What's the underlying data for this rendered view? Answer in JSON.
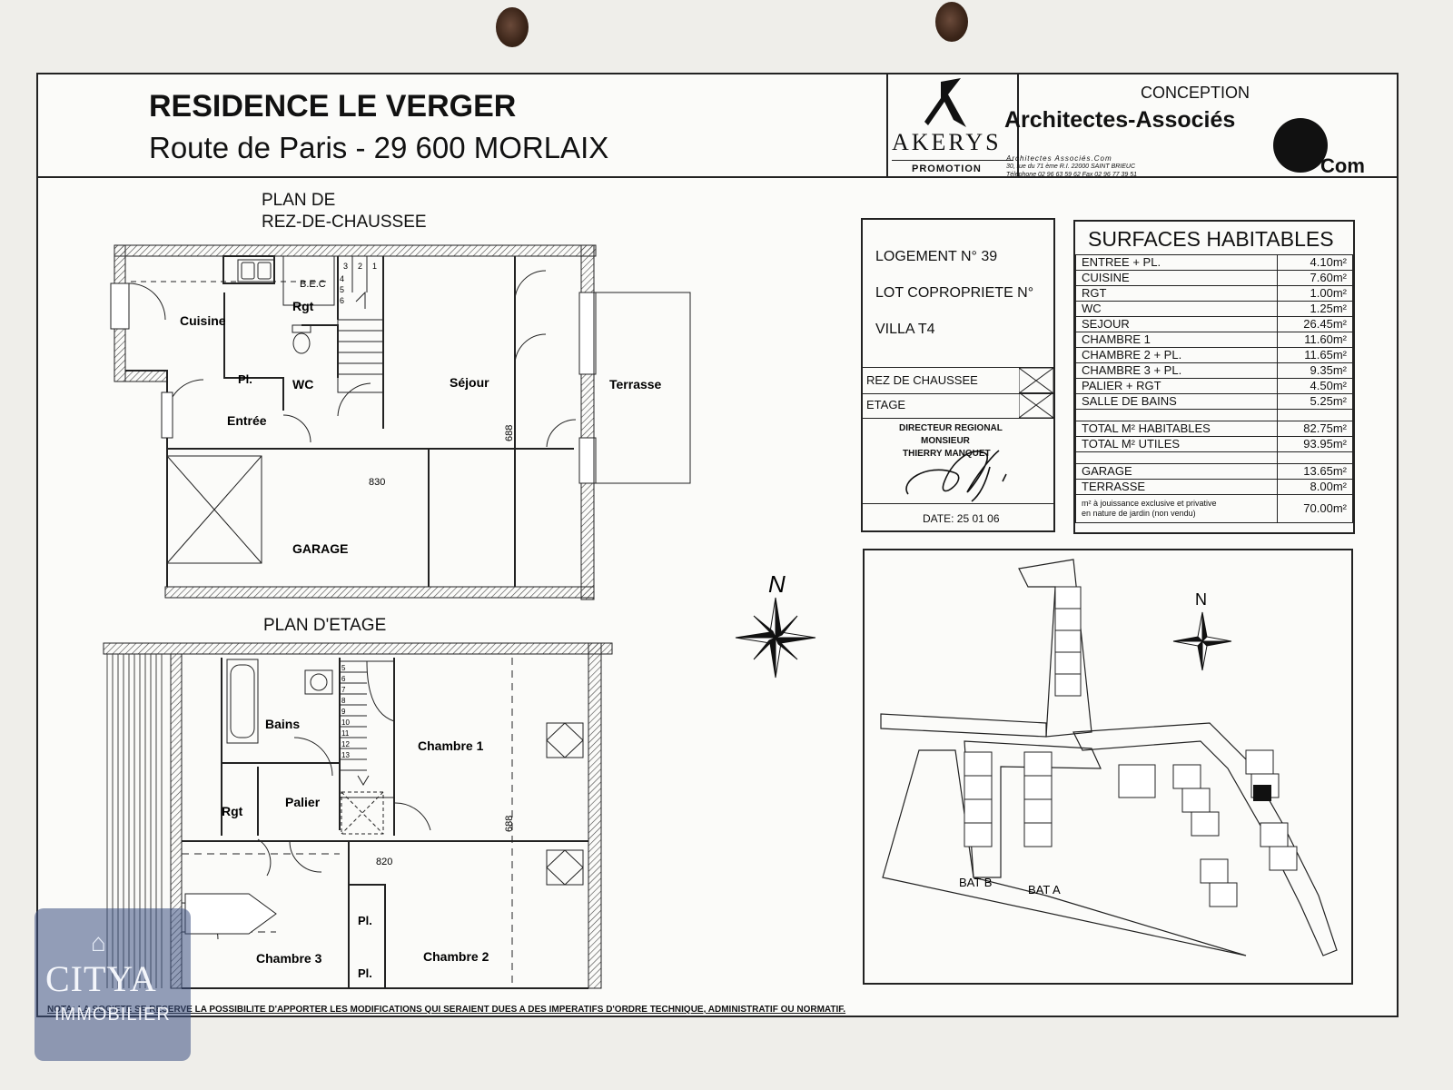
{
  "header": {
    "title": "RESIDENCE LE VERGER",
    "address": "Route de Paris - 29 600 MORLAIX",
    "developer": "AKERYS",
    "developer_sub": "PROMOTION",
    "conception_label": "CONCEPTION",
    "architect": "Architectes-Associés",
    "architect_suffix": "Com",
    "architect_line1": "Architectes Associés.Com",
    "architect_line2": "30, rue du 71 ème R.I. 22000 SAINT BRIEUC",
    "architect_line3": "Téléphone 02 96 63 59 62 Fax 02 96 77 39 51"
  },
  "plans": {
    "ground_title_1": "PLAN DE",
    "ground_title_2": "REZ-DE-CHAUSSEE",
    "upper_title": "PLAN D'ETAGE",
    "ground_rooms": {
      "cuisine": "Cuisine",
      "rgt": "Rgt",
      "bec": "B.E.C",
      "pl": "Pl.",
      "wc": "WC",
      "entree": "Entrée",
      "sejour": "Séjour",
      "terrasse": "Terrasse",
      "garage": "GARAGE",
      "dim_830": "830",
      "dim_688": "688"
    },
    "stairs_ground": [
      "3",
      "2",
      "1",
      "4",
      "5",
      "6"
    ],
    "upper_rooms": {
      "bains": "Bains",
      "palier": "Palier",
      "rgt": "Rgt",
      "chambre1": "Chambre 1",
      "chambre2": "Chambre 2",
      "chambre3": "Chambre 3",
      "pl1": "Pl.",
      "pl2": "Pl.",
      "dim_820": "820",
      "dim_688": "688"
    },
    "stairs_upper": [
      "5",
      "6",
      "7",
      "8",
      "9",
      "10",
      "11",
      "12",
      "13"
    ],
    "north": "N"
  },
  "lot": {
    "logement": "LOGEMENT N° 39",
    "copro": "LOT COPROPRIETE N°",
    "type": "VILLA T4",
    "rdc": "REZ DE CHAUSSEE",
    "etage": "ETAGE",
    "director_1": "DIRECTEUR REGIONAL",
    "director_2": "MONSIEUR",
    "director_3": "THIERRY MANQUET",
    "date": "DATE: 25 01 06"
  },
  "surfaces": {
    "title": "SURFACES HABITABLES",
    "rows": [
      {
        "label": "ENTREE + PL.",
        "value": "4.10m²"
      },
      {
        "label": "CUISINE",
        "value": "7.60m²"
      },
      {
        "label": "RGT",
        "value": "1.00m²"
      },
      {
        "label": "WC",
        "value": "1.25m²"
      },
      {
        "label": "SEJOUR",
        "value": "26.45m²"
      },
      {
        "label": "CHAMBRE 1",
        "value": "11.60m²"
      },
      {
        "label": "CHAMBRE 2 + PL.",
        "value": "11.65m²"
      },
      {
        "label": "CHAMBRE 3 + PL.",
        "value": "9.35m²"
      },
      {
        "label": "PALIER + RGT",
        "value": "4.50m²"
      },
      {
        "label": "SALLE DE BAINS",
        "value": "5.25m²"
      }
    ],
    "totals": [
      {
        "label": "TOTAL M² HABITABLES",
        "value": "82.75m²"
      },
      {
        "label": "TOTAL M² UTILES",
        "value": "93.95m²"
      }
    ],
    "annex": [
      {
        "label": "GARAGE",
        "value": "13.65m²"
      },
      {
        "label": "TERRASSE",
        "value": "8.00m²"
      }
    ],
    "garden_label_1": "m² à jouissance exclusive et privative",
    "garden_label_2": "en nature de jardin (non vendu)",
    "garden_value": "70.00m²"
  },
  "site": {
    "north": "N",
    "bat_b": "BAT B",
    "bat_a": "BAT A"
  },
  "footer": {
    "note": "NOTA: LA SOCIETE SE RESERVE LA POSSIBILITE D'APPORTER LES MODIFICATIONS QUI SERAIENT DUES A DES IMPERATIFS D'ORDRE TECHNIQUE, ADMINISTRATIF OU NORMATIF.",
    "watermark_1": "CITYA",
    "watermark_2": "IMMOBILIER"
  }
}
